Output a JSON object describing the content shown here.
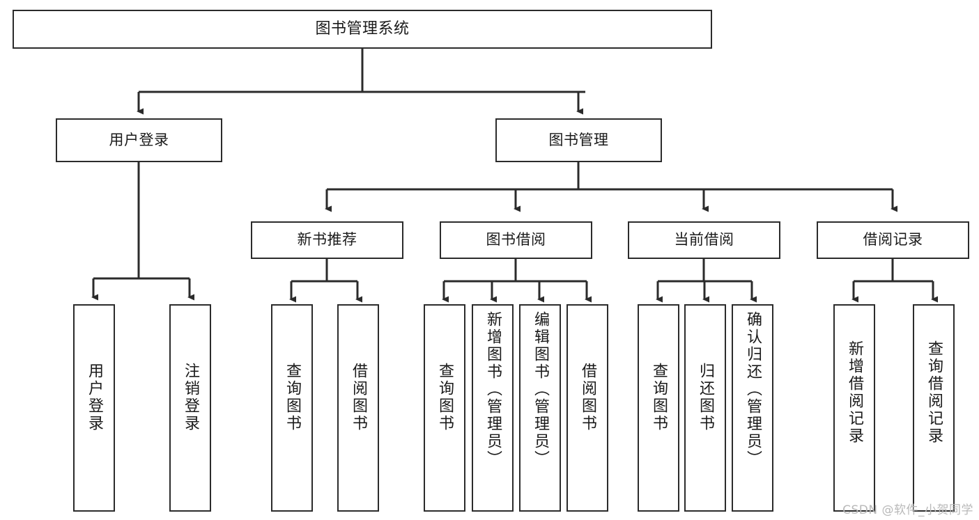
{
  "diagram": {
    "type": "tree-hierarchy",
    "title": "图书管理系统",
    "root": {
      "id": "root",
      "label": "图书管理系统"
    },
    "level1": [
      {
        "id": "user-login",
        "label": "用户登录"
      },
      {
        "id": "book-manage",
        "label": "图书管理"
      }
    ],
    "level2": [
      {
        "id": "new-book-rec",
        "label": "新书推荐",
        "parent": "book-manage"
      },
      {
        "id": "book-borrow",
        "label": "图书借阅",
        "parent": "book-manage"
      },
      {
        "id": "current-borrow",
        "label": "当前借阅",
        "parent": "book-manage"
      },
      {
        "id": "borrow-record",
        "label": "借阅记录",
        "parent": "book-manage"
      }
    ],
    "leaves": [
      {
        "id": "leaf-user-login",
        "label": "用户登录",
        "parent": "user-login"
      },
      {
        "id": "leaf-logout",
        "label": "注销登录",
        "parent": "user-login"
      },
      {
        "id": "leaf-query-book-1",
        "label": "查询图书",
        "parent": "new-book-rec"
      },
      {
        "id": "leaf-borrow-book-1",
        "label": "借阅图书",
        "parent": "new-book-rec"
      },
      {
        "id": "leaf-query-book-2",
        "label": "查询图书",
        "parent": "book-borrow"
      },
      {
        "id": "leaf-add-book",
        "label": "新增图书（管理员）",
        "parent": "book-borrow"
      },
      {
        "id": "leaf-edit-book",
        "label": "编辑图书（管理员）",
        "parent": "book-borrow"
      },
      {
        "id": "leaf-borrow-book-2",
        "label": "借阅图书",
        "parent": "book-borrow"
      },
      {
        "id": "leaf-query-book-3",
        "label": "查询图书",
        "parent": "current-borrow"
      },
      {
        "id": "leaf-return-book",
        "label": "归还图书",
        "parent": "current-borrow"
      },
      {
        "id": "leaf-confirm-return",
        "label": "确认归还（管理员）",
        "parent": "current-borrow"
      },
      {
        "id": "leaf-add-record",
        "label": "新增借阅记录",
        "parent": "borrow-record"
      },
      {
        "id": "leaf-query-record",
        "label": "查询借阅记录",
        "parent": "borrow-record"
      }
    ],
    "watermark": "CSDN @软件_小贺同学",
    "colors": {
      "box_border": "#2b2b2b",
      "box_fill": "#ffffff",
      "connector": "#2b2b2b",
      "text": "#1a1a1a",
      "watermark": "#b9b9b9",
      "background": "#ffffff"
    }
  }
}
